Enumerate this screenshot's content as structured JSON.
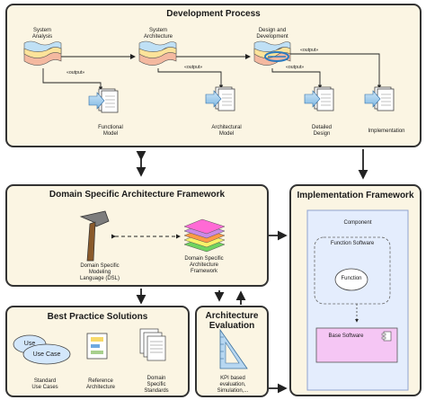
{
  "development_process": {
    "title": "Development Process",
    "stages": [
      {
        "l1": "System",
        "l2": "Analysis"
      },
      {
        "l1": "System",
        "l2": "Architecture"
      },
      {
        "l1": "Design and",
        "l2": "Development"
      }
    ],
    "output_label": "«output»",
    "artifacts": [
      {
        "l1": "Functional",
        "l2": "Model"
      },
      {
        "l1": "Architectural",
        "l2": "Model"
      },
      {
        "l1": "Detailed",
        "l2": "Design"
      },
      {
        "l1": "Implementation",
        "l2": ""
      }
    ]
  },
  "dsaf": {
    "title": "Domain Specific Architecture Framework",
    "dsl_label": [
      "Domain Specific",
      "Modeling",
      "Language (DSL)"
    ],
    "framework_label": [
      "Domain Specific",
      "Architecture",
      "Framework"
    ]
  },
  "implementation_framework": {
    "title": "Implementation Framework",
    "component": "Component",
    "function_software": "Function Software",
    "function": "Function",
    "base_software": "Base Software"
  },
  "best_practice": {
    "title": "Best Practice Solutions",
    "use_case_1": "Use",
    "use_case_2": "Use Case",
    "items": [
      {
        "l1": "Standard",
        "l2": "Use Cases"
      },
      {
        "l1": "Reference",
        "l2": "Architecture"
      },
      {
        "l1": "Domain",
        "l2": "Specific",
        "l3": "Standards"
      }
    ]
  },
  "architecture_evaluation": {
    "title_1": "Architecture",
    "title_2": "Evaluation",
    "label": [
      "KPI based",
      "evaluation,",
      "Simulation,..."
    ]
  }
}
